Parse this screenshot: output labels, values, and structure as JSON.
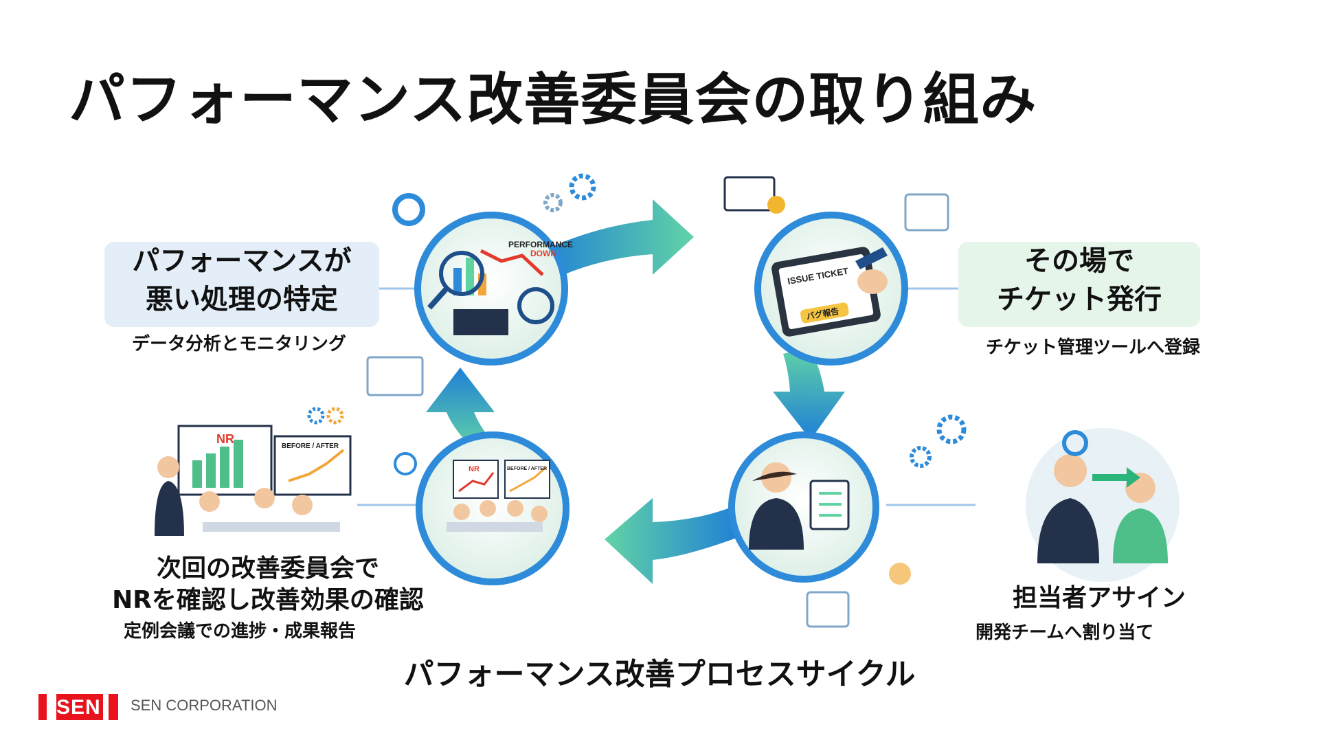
{
  "slide": {
    "title": "パフォーマンス改善委員会の取り組み",
    "cycle_label": "パフォーマンス改善プロセスサイクル"
  },
  "steps": [
    {
      "title_line1": "パフォーマンスが",
      "title_line2": "悪い処理の特定",
      "subtitle": "データ分析とモニタリング"
    },
    {
      "title_line1": "その場で",
      "title_line2": "チケット発行",
      "subtitle": "チケット管理ツールへ登録"
    },
    {
      "title_line1": "担当者アサイン",
      "subtitle": "開発チームへ割り当て"
    },
    {
      "title_line1": "次回の改善委員会で",
      "title_line2": "NRを確認し改善効果の確認",
      "subtitle": "定例会議での進捗・成果報告"
    }
  ],
  "illustration_text": {
    "performance": "PERFORMANCE",
    "down": "DOWN",
    "issue_ticket": "ISSUE TICKET",
    "bug_report": "バグ報告",
    "nr": "NR",
    "before_after": "BEFORE / AFTER"
  },
  "footer": {
    "logo": "SEN",
    "company": "SEN CORPORATION"
  },
  "colors": {
    "arrow_blue": "#1f7fd6",
    "arrow_green": "#5fd3a0",
    "circle_border": "#2d8bd9",
    "logo_red": "#e8131c"
  }
}
